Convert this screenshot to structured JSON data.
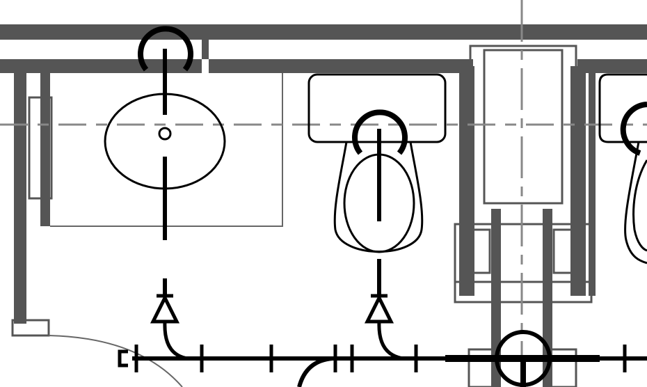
{
  "drawing": {
    "kind": "plumbing-floor-plan",
    "background": "#ffffff",
    "colors": {
      "wall": "#555555",
      "fixture": "#000000",
      "pipe": "#000000",
      "centerline": "#888888",
      "outline": "#555555",
      "thin": "#666666"
    },
    "fixtures": [
      {
        "type": "lavatory-sink"
      },
      {
        "type": "urinal"
      },
      {
        "type": "urinal-partial"
      }
    ],
    "symbols": [
      "flow-arrow",
      "flow-arrow",
      "end-cap",
      "pipe-riser"
    ]
  }
}
